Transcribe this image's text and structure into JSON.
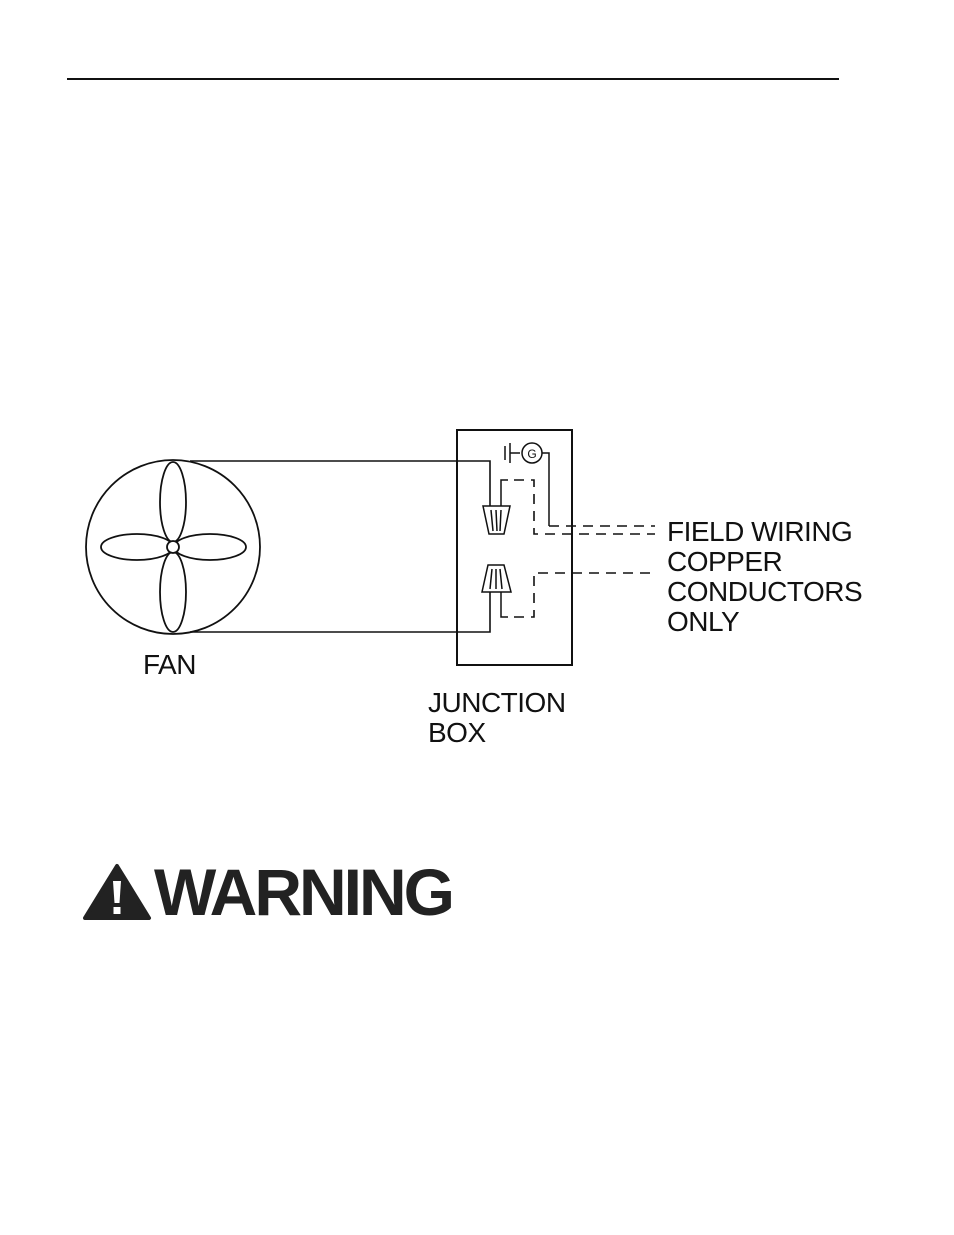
{
  "labels": {
    "fan": "FAN",
    "junction_box": [
      "JUNCTION",
      "BOX"
    ],
    "field_wiring": [
      "FIELD WIRING",
      "COPPER",
      "CONDUCTORS",
      "ONLY"
    ],
    "ground": "G"
  },
  "warning": {
    "text": "WARNING",
    "icon": "exclamation-triangle-icon"
  },
  "colors": {
    "ink": "#111111",
    "warning": "#222222"
  }
}
